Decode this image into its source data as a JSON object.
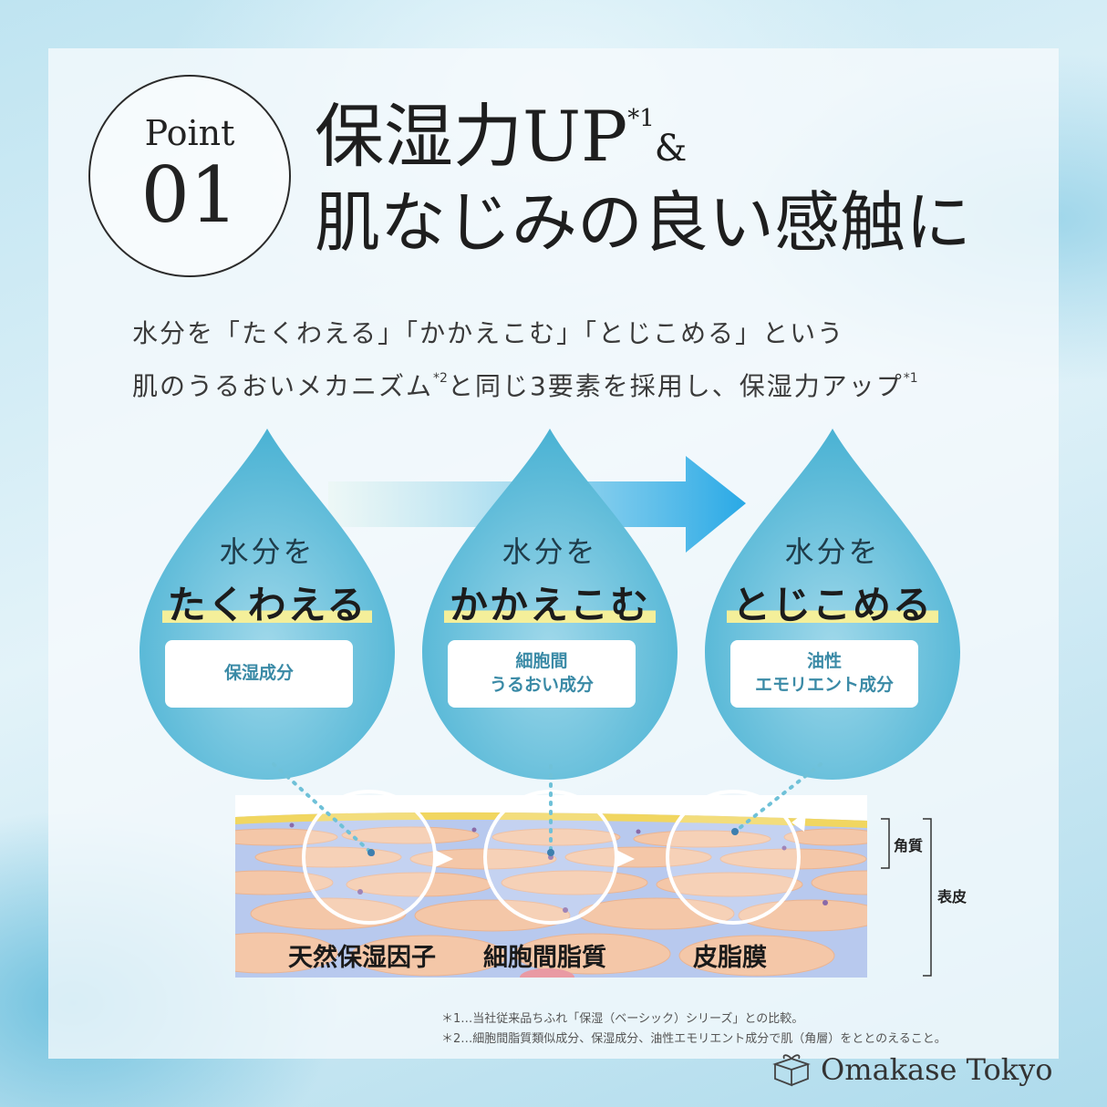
{
  "point": {
    "word": "Point",
    "number": "01"
  },
  "headline": {
    "line1": "保湿力UP",
    "line1_note": "*1",
    "line1_amp": "&",
    "line2": "肌なじみの良い感触に"
  },
  "lead": {
    "line1": "水分を「たくわえる」「かかえこむ」「とじこめる」という",
    "line2_a": "肌のうるおいメカニズム",
    "line2_note1": "*2",
    "line2_b": "と同じ3要素を採用し、保湿力アップ",
    "line2_note2": "*1"
  },
  "drops": [
    {
      "top": "水分を",
      "action": "たくわえる",
      "ingredient": "保湿成分"
    },
    {
      "top": "水分を",
      "action": "かかえこむ",
      "ingredient": "細胞間\nうるおい成分"
    },
    {
      "top": "水分を",
      "action": "とじこめる",
      "ingredient": "油性\nエモリエント成分"
    }
  ],
  "skin_labels": [
    "天然保湿因子",
    "細胞間脂質",
    "皮脂膜"
  ],
  "layer_labels": {
    "stratum": "角質",
    "epidermis": "表皮"
  },
  "footnotes": [
    "＊1…当社従来品ちふれ「保湿（ベーシック）シリーズ」との比較。",
    "＊2…細胞間脂質類似成分、保湿成分、油性エモリエント成分で肌（角層）をととのえること。"
  ],
  "brand": {
    "name": "Omakase Tokyo",
    "icon": "gift-box-icon"
  },
  "colors": {
    "drop": "#52b6d6",
    "arrow": "#29a9e6",
    "highlight": "#f4ef9a",
    "ingredient_text": "#3a8aa6"
  }
}
